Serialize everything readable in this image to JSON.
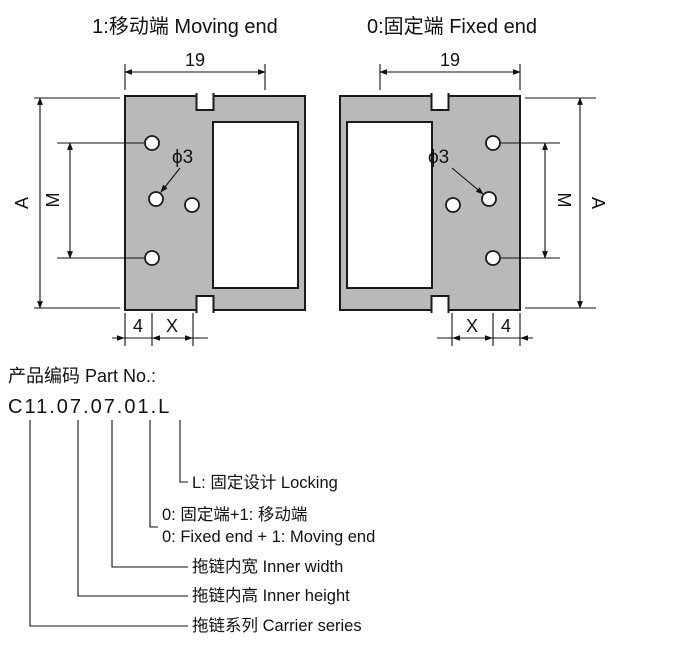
{
  "header": {
    "moving_end": "1:移动端 Moving end",
    "fixed_end": "0:固定端 Fixed end"
  },
  "dims": {
    "width19": "19",
    "A": "A",
    "M": "M",
    "phi": "ϕ3",
    "four": "4",
    "X": "X"
  },
  "part": {
    "label": "产品编码 Part No.:",
    "code": "C11.07.07.01.L",
    "locking": "L: 固定设计 Locking",
    "end_cn": "0: 固定端+1: 移动端",
    "end_en": "0: Fixed end + 1: Moving end",
    "inner_width": "拖链内宽 Inner width",
    "inner_height": "拖链内高 Inner height",
    "series": "拖链系列 Carrier series"
  },
  "colors": {
    "bracket_fill": "#b9b9b9",
    "line": "#111111"
  }
}
